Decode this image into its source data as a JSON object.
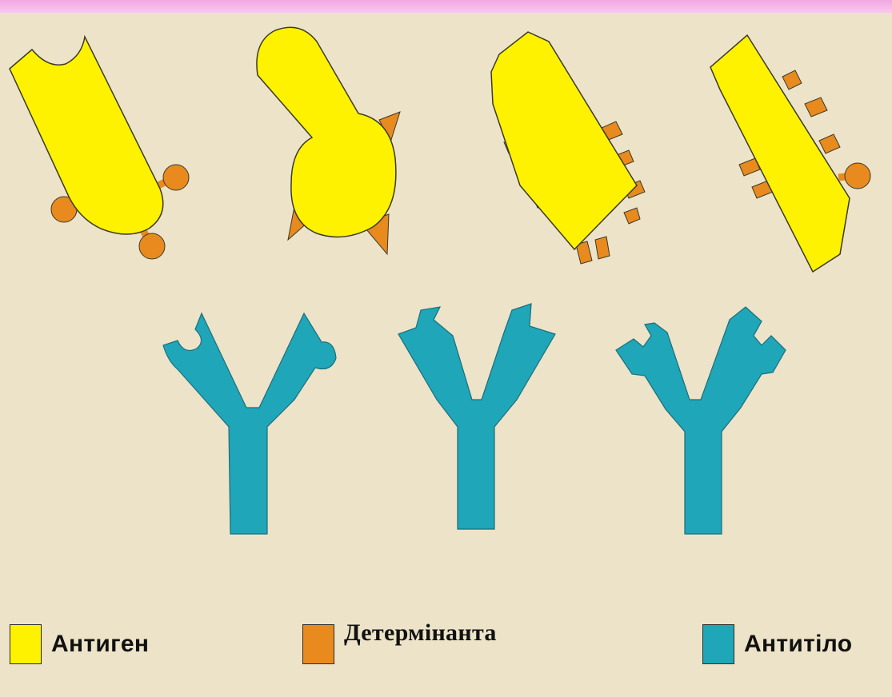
{
  "colors": {
    "background": "#ede3c8",
    "top_band": "#f2a8e3",
    "antigen": "#fff200",
    "determinant": "#e88a1e",
    "antibody": "#1fa6b8",
    "outline": "#3a3a2a"
  },
  "legend": {
    "antigen": "Антиген",
    "determinant": "Детермінанта",
    "antibody": "Антитіло"
  }
}
